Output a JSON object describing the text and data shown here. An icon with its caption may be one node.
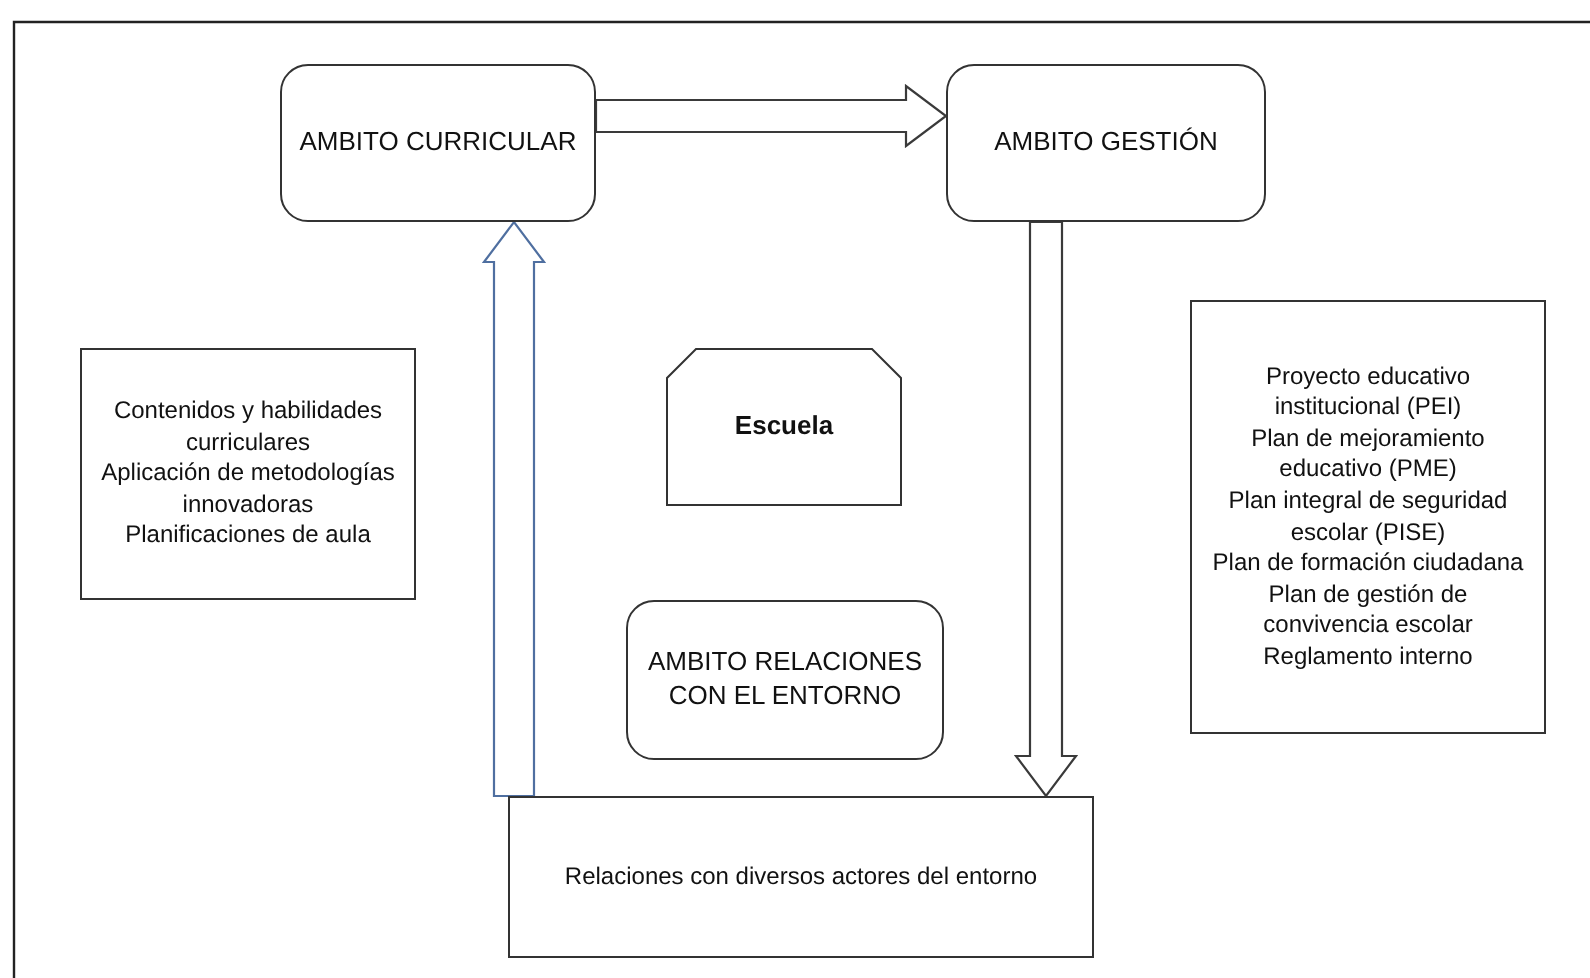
{
  "diagram": {
    "nodes": [
      {
        "text": [
          "AMBITO CURRICULAR"
        ]
      },
      {
        "text": [
          "AMBITO GESTIÓN"
        ]
      },
      {
        "text": [
          "Contenidos y habilidades curriculares",
          "Aplicación de metodologías innovadoras",
          "Planificaciones de aula"
        ]
      },
      {
        "text": [
          "Escuela"
        ]
      },
      {
        "text": [
          "Proyecto educativo institucional (PEI)",
          "Plan de mejoramiento educativo (PME)",
          "Plan integral de seguridad escolar (PISE)",
          "Plan de formación ciudadana",
          "Plan de gestión de convivencia escolar",
          "Reglamento interno"
        ]
      },
      {
        "text": [
          "AMBITO RELACIONES CON EL ENTORNO"
        ]
      },
      {
        "text": [
          "Relaciones con diversos actores del entorno"
        ]
      }
    ],
    "edges": [
      {
        "from": 0,
        "to": 1,
        "arrow": "to"
      },
      {
        "from": 1,
        "to": 6,
        "arrow": "to"
      },
      {
        "from": 6,
        "to": 0,
        "arrow": "to",
        "color": "#4f6fa0"
      }
    ]
  }
}
